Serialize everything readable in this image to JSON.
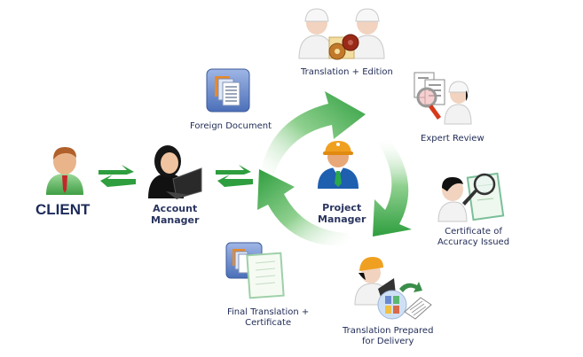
{
  "diagram": {
    "title": "Translation workflow",
    "nodes": {
      "client": {
        "label": "CLIENT"
      },
      "account_manager": {
        "label_line1": "Account",
        "label_line2": "Manager"
      },
      "foreign_document": {
        "label": "Foreign Document"
      },
      "translation_edition": {
        "label": "Translation + Edition"
      },
      "expert_review": {
        "label": "Expert Review"
      },
      "certificate_accuracy": {
        "label_line1": "Certificate of",
        "label_line2": "Accuracy Issued"
      },
      "prepared_delivery": {
        "label_line1": "Translation Prepared",
        "label_line2": "for Delivery"
      },
      "final_translation": {
        "label_line1": "Final Translation +",
        "label_line2": "Certificate"
      },
      "project_manager": {
        "label_line1": "Project",
        "label_line2": "Manager"
      }
    },
    "colors": {
      "arrow_green": "#2e9e3e",
      "text_navy": "#1f2a55",
      "doc_blue": "#5a7fc4",
      "doc_orange": "#e8892a",
      "hardhat_orange": "#f0a020",
      "shirt_blue": "#1e5fb0",
      "client_green": "#5cb85c"
    }
  }
}
